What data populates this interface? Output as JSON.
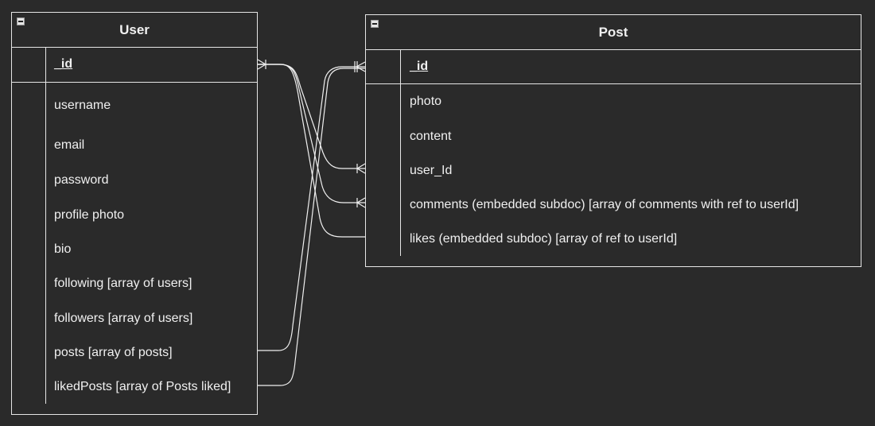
{
  "user": {
    "title": "User",
    "pk": "_id",
    "fields": [
      "username",
      "email",
      "password",
      "profile photo",
      "bio",
      "following [array of users]",
      "followers [array of users]",
      "posts [array of posts]",
      "likedPosts [array of Posts liked]"
    ]
  },
  "post": {
    "title": "Post",
    "pk": "_id",
    "fields": [
      "photo",
      "content",
      "user_Id",
      "comments (embedded subdoc) [array of comments with ref to userId]",
      "likes (embedded subdoc) [array of ref to userId]"
    ]
  }
}
